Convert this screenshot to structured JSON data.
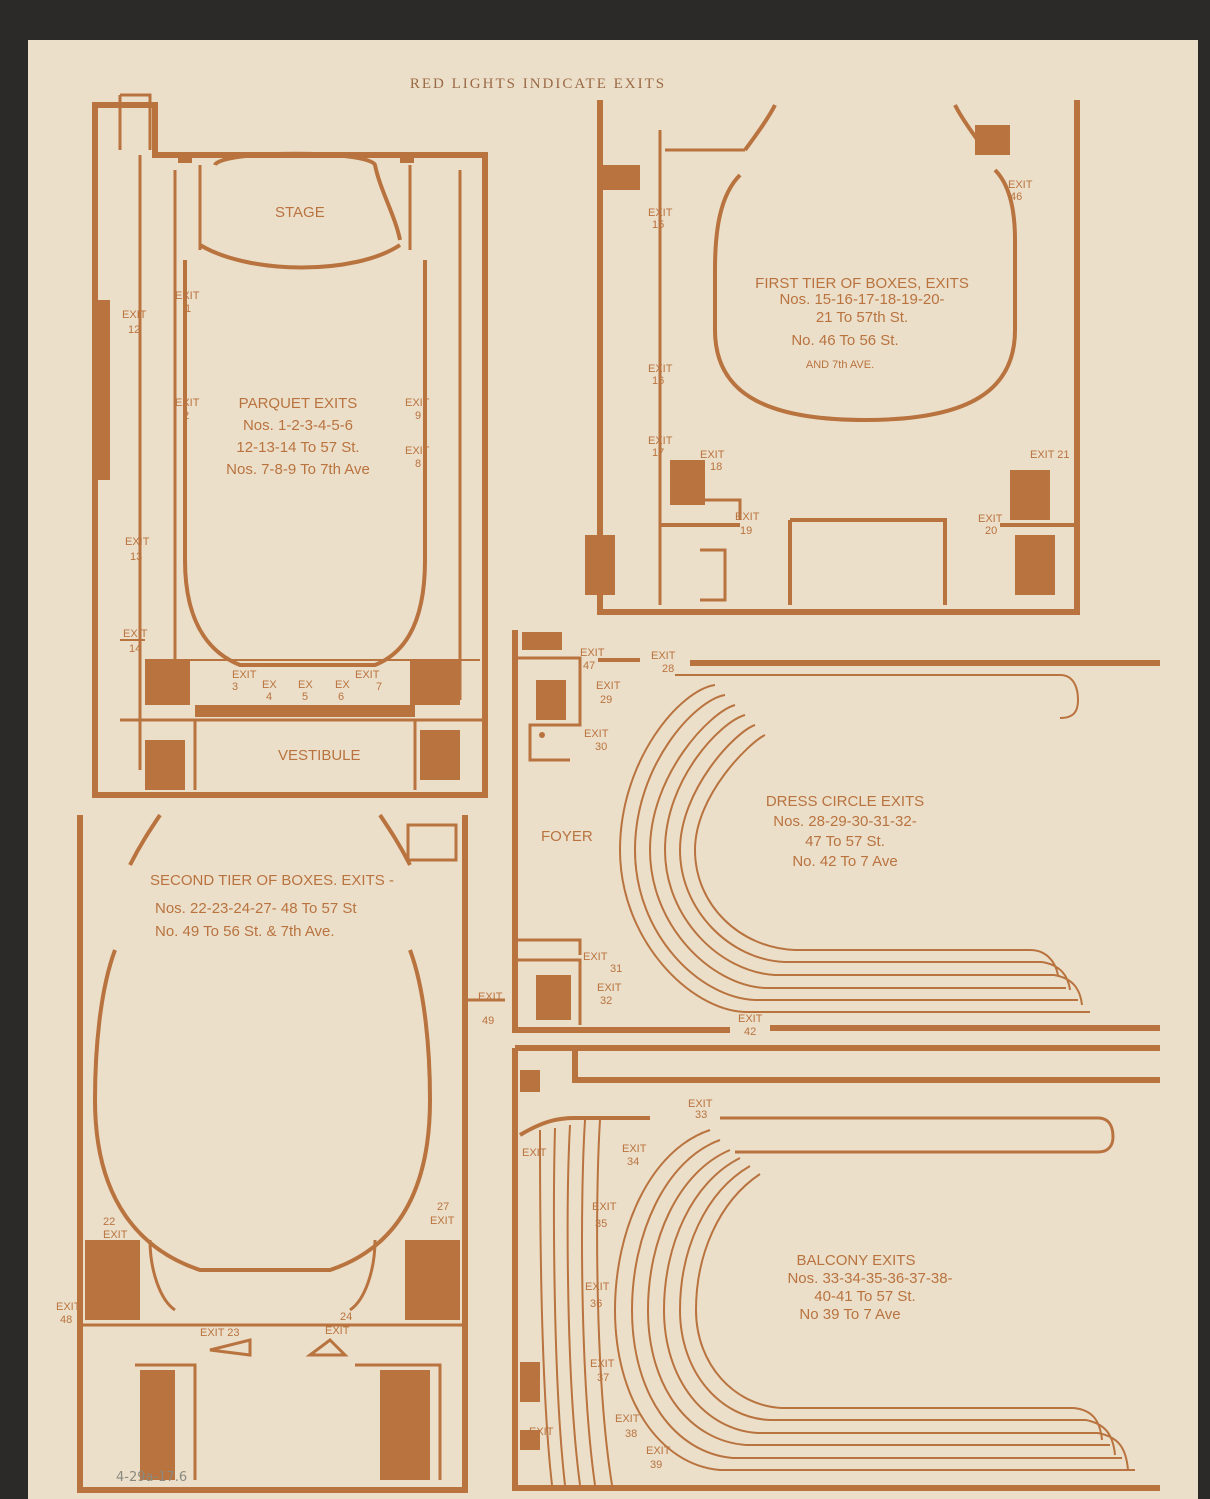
{
  "header": "RED LIGHTS INDICATE EXITS",
  "colors": {
    "ink": "#b8733f",
    "paper": "#ecdfca",
    "background": "#2c2a28"
  },
  "parquet": {
    "stage": "STAGE",
    "vestibule": "VESTIBULE",
    "title": "PARQUET EXITS",
    "lines": [
      "Nos. 1-2-3-4-5-6",
      "12-13-14 To 57 St.",
      "Nos. 7-8-9 To 7th Ave"
    ],
    "exits": {
      "e1": [
        "EXIT",
        "1"
      ],
      "e2": [
        "EXIT",
        "2"
      ],
      "e9": [
        "EXIT",
        "9"
      ],
      "e8": [
        "EXIT",
        "8"
      ],
      "e12": [
        "EXIT",
        "12"
      ],
      "e13": [
        "EXIT",
        "13"
      ],
      "e14": [
        "EXIT",
        "14"
      ],
      "e3": [
        "EXIT",
        "3"
      ],
      "e4": [
        "EX",
        "4"
      ],
      "e5": [
        "EX",
        "5"
      ],
      "e6": [
        "EX",
        "6"
      ],
      "e7": [
        "EXIT",
        "7"
      ]
    }
  },
  "first_tier": {
    "lines": [
      "FIRST TIER OF BOXES, EXITS",
      "Nos. 15-16-17-18-19-20-",
      "21 To 57th St.",
      "No. 46 To 56 St.",
      "AND 7th AVE."
    ],
    "exits": {
      "e15": [
        "EXIT",
        "15"
      ],
      "e16": [
        "EXIT",
        "16"
      ],
      "e17": [
        "EXIT",
        "17"
      ],
      "e18": [
        "EXIT",
        "18"
      ],
      "e19": [
        "EXIT",
        "19"
      ],
      "e20": [
        "EXIT",
        "20"
      ],
      "e21": [
        "EXIT 21"
      ],
      "e46": [
        "EXIT",
        "46"
      ]
    }
  },
  "second_tier": {
    "lines": [
      "SECOND TIER OF BOXES. EXITS -",
      "Nos. 22-23-24-27- 48 To 57 St",
      "No. 49 To 56 St. & 7th Ave."
    ],
    "exits": {
      "e22": [
        "22",
        "EXIT"
      ],
      "e23": [
        "EXIT 23"
      ],
      "e24": [
        "24",
        "EXIT"
      ],
      "e27": [
        "27",
        "EXIT"
      ],
      "e48": [
        "EXIT",
        "48"
      ],
      "e49": [
        "EXIT",
        "49"
      ]
    }
  },
  "dress_circle": {
    "foyer": "FOYER",
    "lines": [
      "DRESS CIRCLE EXITS",
      "Nos. 28-29-30-31-32-",
      "47 To 57 St.",
      "No. 42 To 7 Ave"
    ],
    "exits": {
      "e47": [
        "EXIT",
        "47"
      ],
      "e28": [
        "EXIT",
        "28"
      ],
      "e29": [
        "EXIT",
        "29"
      ],
      "e30": [
        "EXIT",
        "30"
      ],
      "e31": [
        "EXIT",
        "31"
      ],
      "e32": [
        "EXIT",
        "32"
      ],
      "e42": [
        "EXIT",
        "42"
      ]
    }
  },
  "balcony": {
    "lines": [
      "BALCONY EXITS",
      "Nos. 33-34-35-36-37-38-",
      "40-41 To 57 St.",
      "No 39 To 7 Ave"
    ],
    "exits": {
      "e33": [
        "EXIT",
        "33"
      ],
      "e34": [
        "EXIT",
        "34"
      ],
      "e35": [
        "EXIT",
        "35"
      ],
      "e36": [
        "EXIT",
        "36"
      ],
      "e37": [
        "EXIT",
        "37"
      ],
      "e38": [
        "EXIT",
        "38"
      ],
      "e39": [
        "EXIT",
        "39"
      ],
      "eA": [
        "EXIT"
      ],
      "eB": [
        "EXIT"
      ]
    }
  },
  "handwritten": "4-29a-17.6"
}
